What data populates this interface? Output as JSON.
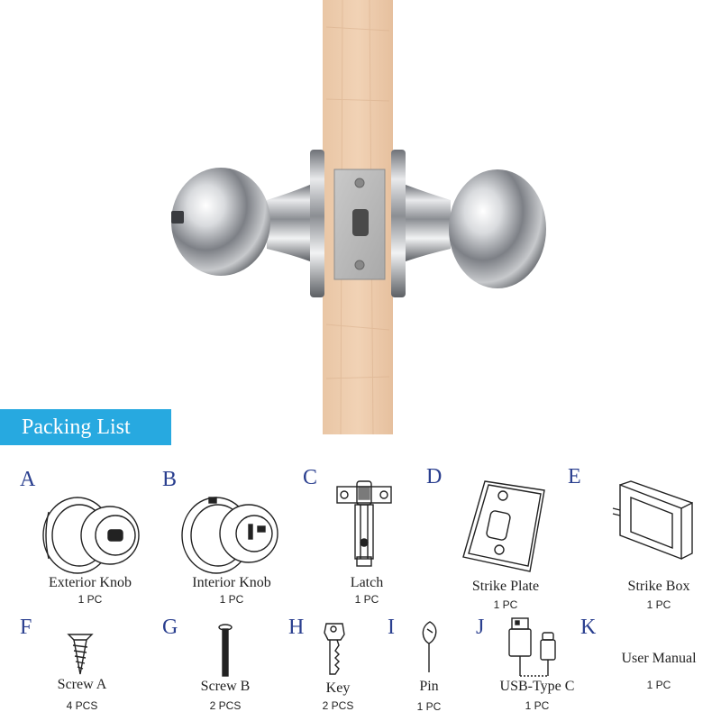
{
  "banner": {
    "title": "Packing List",
    "color": "#27a9e0"
  },
  "letter_color": "#2a3f8f",
  "items": [
    {
      "letter": "A",
      "name": "Exterior Knob",
      "qty": "1 PC",
      "icon": "exterior-knob-icon"
    },
    {
      "letter": "B",
      "name": "Interior Knob",
      "qty": "1 PC",
      "icon": "interior-knob-icon"
    },
    {
      "letter": "C",
      "name": "Latch",
      "qty": "1 PC",
      "icon": "latch-icon"
    },
    {
      "letter": "D",
      "name": "Strike Plate",
      "qty": "1 PC",
      "icon": "strike-plate-icon"
    },
    {
      "letter": "E",
      "name": "Strike Box",
      "qty": "1 PC",
      "icon": "strike-box-icon"
    },
    {
      "letter": "F",
      "name": "Screw A",
      "qty": "4 PCS",
      "icon": "screw-a-icon"
    },
    {
      "letter": "G",
      "name": "Screw B",
      "qty": "2 PCS",
      "icon": "screw-b-icon"
    },
    {
      "letter": "H",
      "name": "Key",
      "qty": "2 PCS",
      "icon": "key-icon"
    },
    {
      "letter": "I",
      "name": "Pin",
      "qty": "1 PC",
      "icon": "pin-icon"
    },
    {
      "letter": "J",
      "name": "USB-Type C",
      "qty": "1 PC",
      "icon": "usb-cable-icon"
    },
    {
      "letter": "K",
      "name": "User Manual",
      "qty": "1 PC",
      "icon": "user-manual-icon"
    }
  ]
}
